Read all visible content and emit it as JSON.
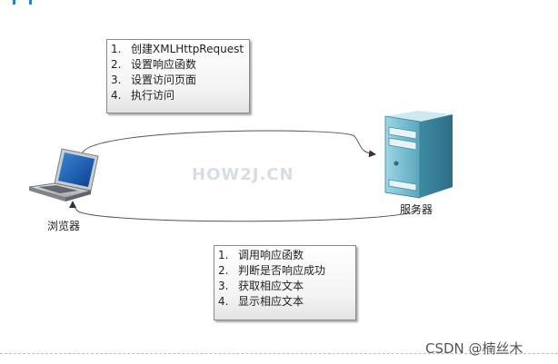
{
  "request_steps": [
    {
      "num": "1.",
      "text": "创建XMLHttpRequest"
    },
    {
      "num": "2.",
      "text": "设置响应函数"
    },
    {
      "num": "3.",
      "text": "设置访问页面"
    },
    {
      "num": "4.",
      "text": "执行访问"
    }
  ],
  "response_steps": [
    {
      "num": "1.",
      "text": "调用响应函数"
    },
    {
      "num": "2.",
      "text": "判断是否响应成功"
    },
    {
      "num": "3.",
      "text": "获取相应文本"
    },
    {
      "num": "4.",
      "text": "显示相应文本"
    }
  ],
  "browser_label": "浏览器",
  "server_label": "服务器",
  "watermark": "HOW2J.CN",
  "credit": "CSDN @楠丝木",
  "icons": {
    "laptop": "laptop-icon",
    "server": "server-tower-icon"
  },
  "colors": {
    "accent": "#2a7fd0",
    "server_body": "#6fb6cc"
  }
}
